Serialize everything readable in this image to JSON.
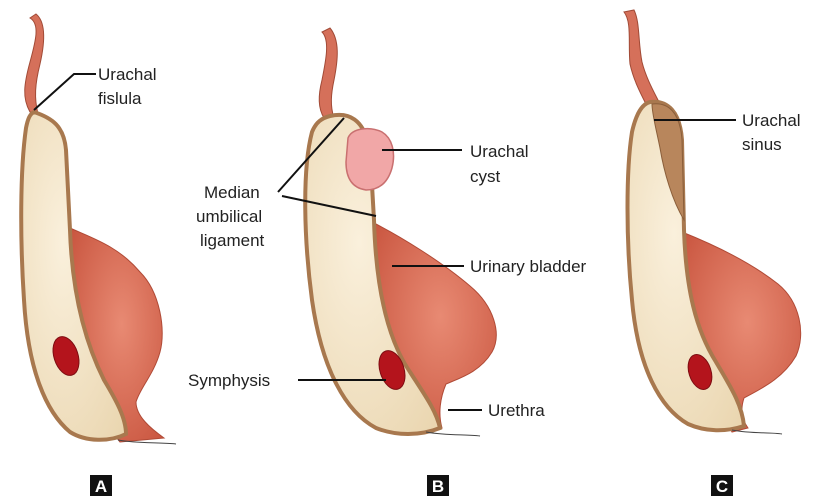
{
  "panels": [
    {
      "letter": "A"
    },
    {
      "letter": "B"
    },
    {
      "letter": "C"
    }
  ],
  "labels": {
    "urachal_fistula_line1": "Urachal",
    "urachal_fistula_line2": "fislula",
    "urachal_cyst_line1": "Urachal",
    "urachal_cyst_line2": "cyst",
    "median_line1": "Median",
    "median_line2": "umbilical",
    "median_line3": "ligament",
    "urinary_bladder": "Urinary bladder",
    "symphysis": "Symphysis",
    "urethra": "Urethra",
    "urachal_sinus_line1": "Urachal",
    "urachal_sinus_line2": "sinus"
  },
  "colors": {
    "wall": "#f1e3c4",
    "wall_edge": "#a8784e",
    "bladder": "#d96a52",
    "urachus": "#d5705a",
    "symphysis": "#b4141c",
    "cyst": "#f1a7a7",
    "sinus": "#b8865c",
    "panel_letter_bg": "#111111"
  }
}
